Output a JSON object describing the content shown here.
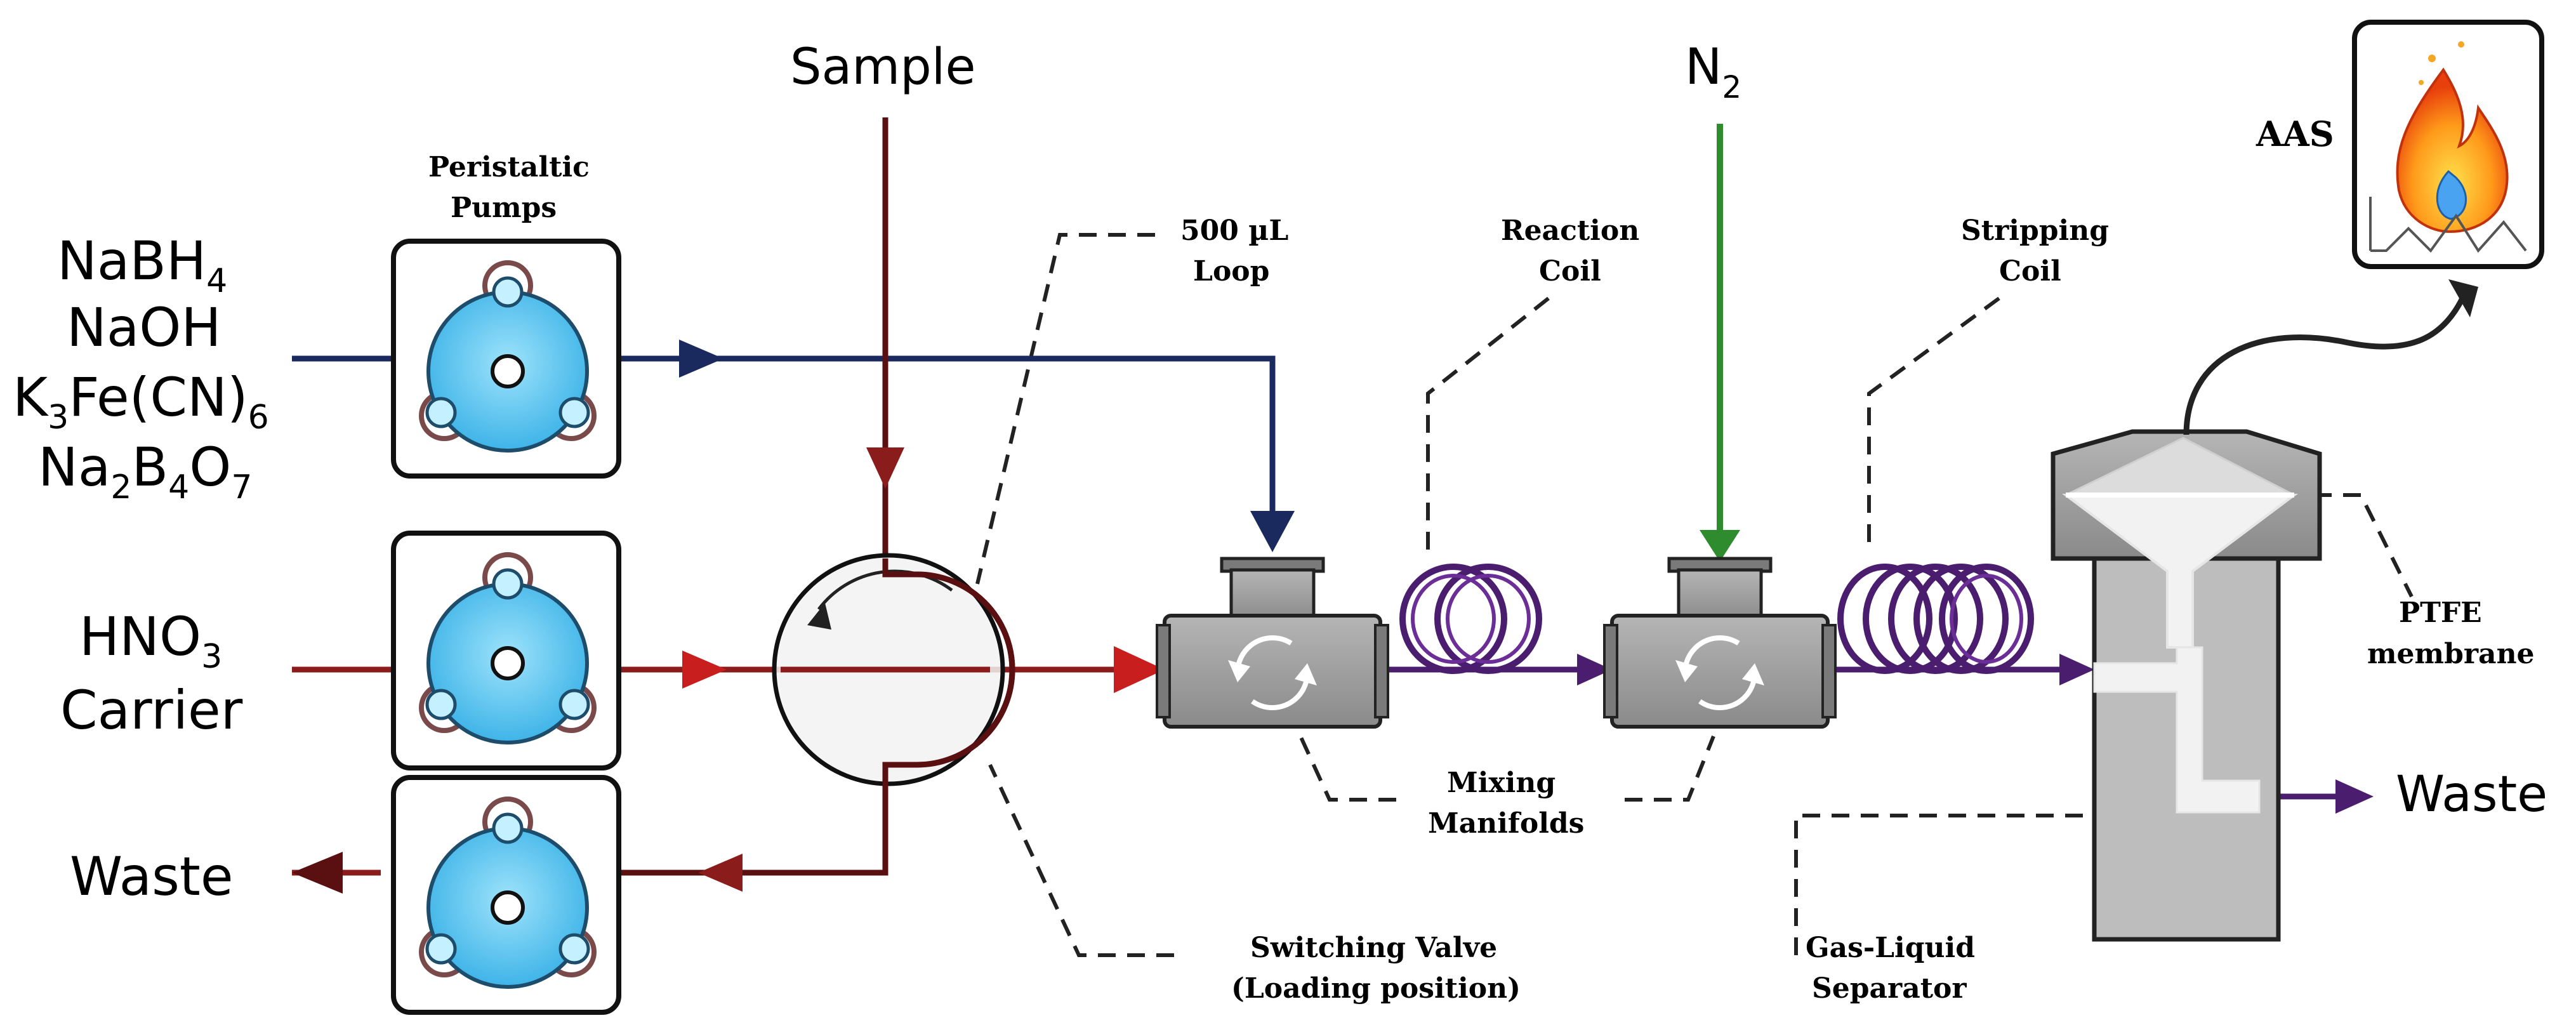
{
  "labels": {
    "sample": "Sample",
    "n2_main": "N",
    "n2_sub": "2",
    "reagents": {
      "line1_main": "NaBH",
      "line1_sub": "4",
      "line2": "NaOH",
      "line3_a": "K",
      "line3_sub1": "3",
      "line3_b": "Fe(CN)",
      "line3_sub2": "6",
      "line4_a": "Na",
      "line4_sub1": "2",
      "line4_b": "B",
      "line4_sub2": "4",
      "line4_c": "O",
      "line4_sub3": "7"
    },
    "hno3_main": "HNO",
    "hno3_sub": "3",
    "carrier": "Carrier",
    "waste_left": "Waste",
    "waste_right": "Waste",
    "peristaltic_1": "Peristaltic",
    "peristaltic_2": "Pumps",
    "loop_1": "500 µL",
    "loop_2": "Loop",
    "reaction_1": "Reaction",
    "reaction_2": "Coil",
    "stripping_1": "Stripping",
    "stripping_2": "Coil",
    "mixing_1": "Mixing",
    "mixing_2": "Manifolds",
    "switching_1": "Switching Valve",
    "switching_2": "(Loading position)",
    "gls_1": "Gas-Liquid",
    "gls_2": "Separator",
    "ptfe_1": "PTFE",
    "ptfe_2": "membrane",
    "aas": "AAS"
  },
  "colors": {
    "reagent_line": "#1a2a5e",
    "acid_line": "#8b1c1c",
    "n2_line": "#2e8b2e",
    "mixed_line": "#4b1d6e",
    "pump_blue": "#5ec8f0",
    "manifold_gray": "#9a9a9a",
    "separator_gray": "#bdbdbd"
  }
}
